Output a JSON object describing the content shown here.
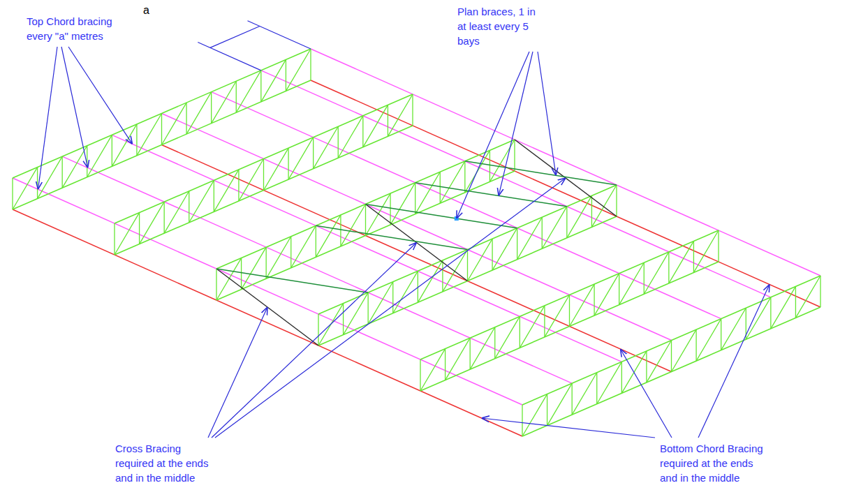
{
  "diagram": {
    "labels": [
      "a",
      "Top Chord bracing every \"a\" metres",
      "Plan braces, 1 in at least every 5 bays",
      "Cross Bracing required at the ends and in the middle",
      "Bottom Chord Bracing required at the ends and in the middle"
    ]
  }
}
